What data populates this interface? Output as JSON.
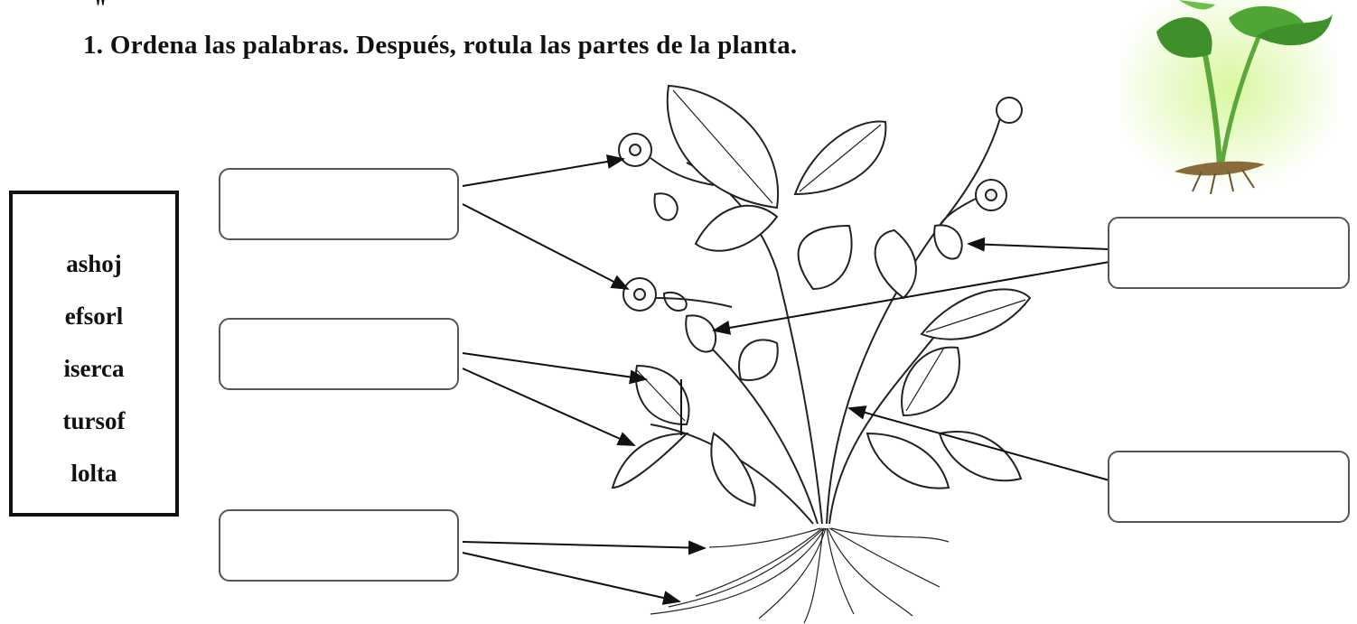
{
  "instruction": "1. Ordena las palabras. Después, rotula las partes de la planta.",
  "corner_mark": "\"",
  "scrambled_words": [
    "ashoj",
    "efsorl",
    "iserca",
    "tursof",
    "lolta"
  ],
  "answer_boxes": [
    {
      "id": "left-top",
      "value": ""
    },
    {
      "id": "left-middle",
      "value": ""
    },
    {
      "id": "left-bottom",
      "value": ""
    },
    {
      "id": "right-top",
      "value": ""
    },
    {
      "id": "right-bottom",
      "value": ""
    }
  ],
  "colors": {
    "ink": "#111111",
    "box_border": "#555555",
    "leaf_green": "#3f8f2a",
    "bg_glow": "#d9f7a0"
  },
  "icons": [
    "strawberry-plant-drawing",
    "plant-photo"
  ]
}
